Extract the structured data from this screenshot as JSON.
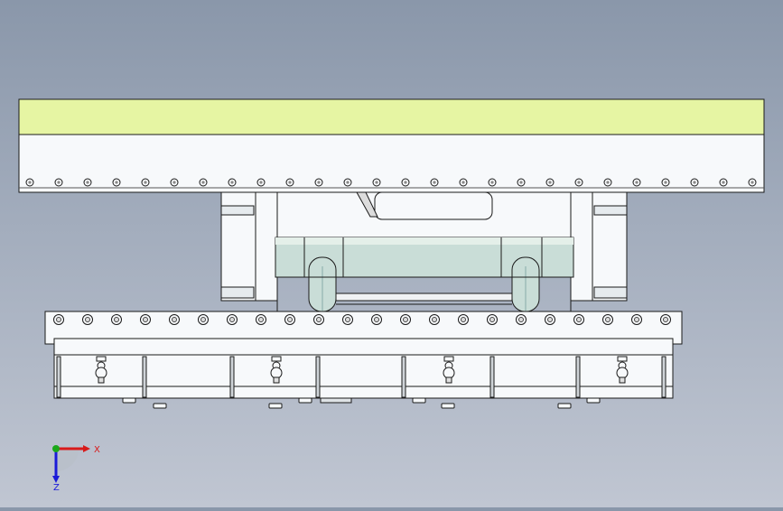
{
  "colors": {
    "background_top": "#8a97aa",
    "background_bottom": "#c0c6d2",
    "top_plate_face": "#e6f5a3",
    "part_white": "#f7f9fb",
    "cylinder": "#c9ddd7",
    "outline": "#1a1a1a"
  },
  "triad": {
    "x_label": "X",
    "z_label": "Z",
    "x_color": "#d81a1a",
    "y_color": "#1aa81a",
    "z_color": "#1a1ad8"
  },
  "model": {
    "top_plate_bolt_count": 26,
    "bottom_plate_bolt_count": 22,
    "lower_spacer_count": 4
  }
}
